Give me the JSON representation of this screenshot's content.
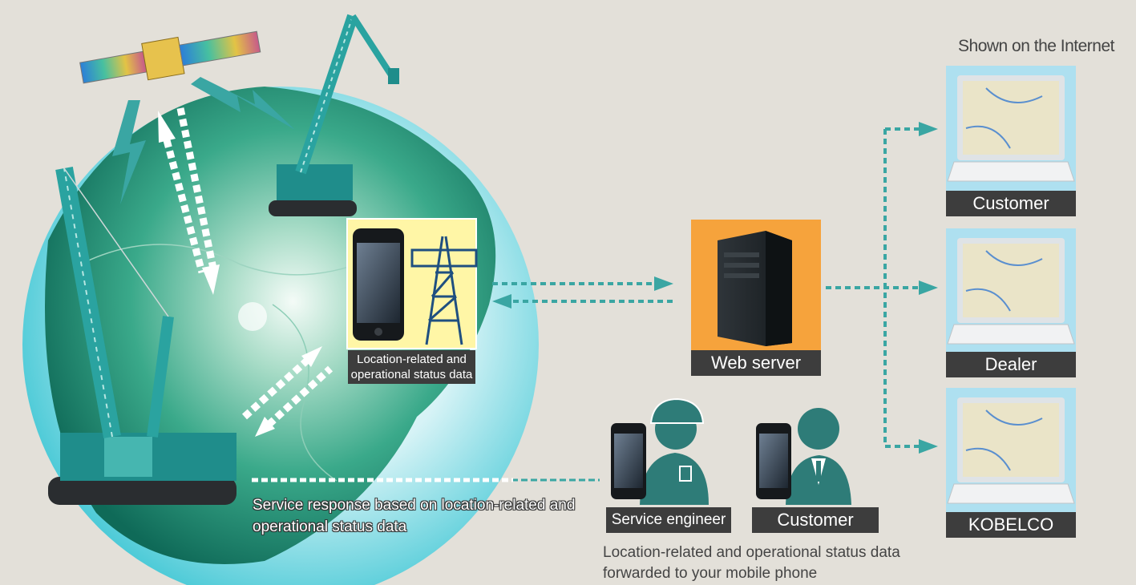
{
  "header": {
    "internet_label": "Shown on the Internet"
  },
  "tower_label": "Location-related and operational status data",
  "web_server_label": "Web server",
  "laptops": [
    {
      "label": "Customer"
    },
    {
      "label": "Dealer"
    },
    {
      "label": "KOBELCO"
    }
  ],
  "service_text": "Service response based on location-related and operational status data",
  "service_engineer_label": "Service engineer",
  "mobile_customer_label": "Customer",
  "mobile_caption": "Location-related and operational status data forwarded to your mobile phone",
  "colors": {
    "background": "#e3e0d9",
    "accent": "#3aa6a3",
    "label_bg": "#3d3d3d",
    "server_bg": "#f6a33c",
    "person": "#2e7c78"
  }
}
